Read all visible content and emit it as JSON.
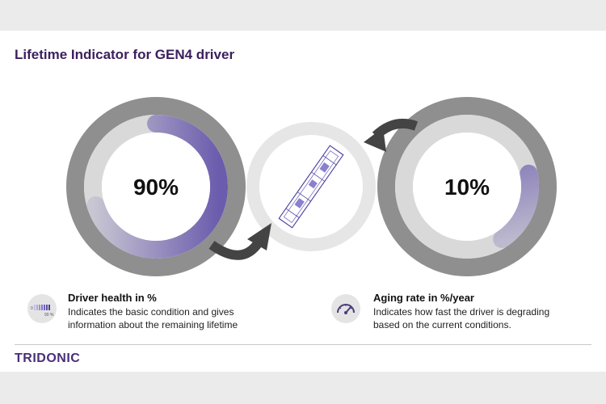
{
  "title": "Lifetime Indicator for GEN4 driver",
  "health_gauge": {
    "value_text": "90%",
    "level": 0.9
  },
  "aging_gauge": {
    "value_text": "10%",
    "level": 0.1
  },
  "health_icon": {
    "icon": "battery-level-icon",
    "label": "90 %",
    "scale_min": "0"
  },
  "aging_icon": {
    "icon": "speedometer-icon"
  },
  "health_desc": {
    "title": "Driver health in %",
    "line1": "Indicates the basic condition and gives",
    "line2": "information about the remaining lifetime"
  },
  "aging_desc": {
    "title": "Aging rate in %/year",
    "line1": "Indicates how fast the driver is degrading",
    "line2": "based on the current conditions."
  },
  "brand": "TRIDONIC",
  "colors": {
    "accent": "#6b5cad",
    "title": "#3a1f5c",
    "ring": "#8f8f8f",
    "track": "#d9d9d9"
  }
}
